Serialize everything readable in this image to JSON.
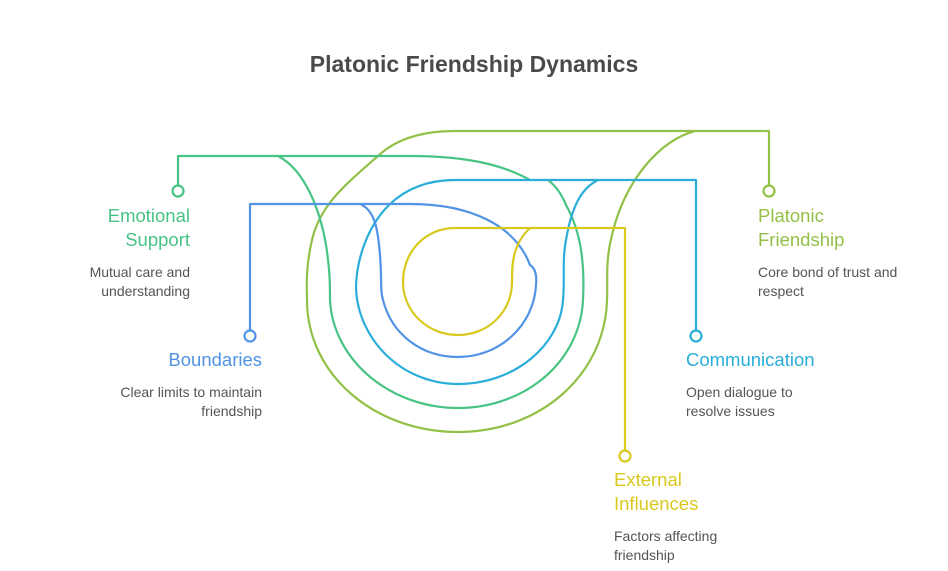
{
  "title": "Platonic Friendship Dynamics",
  "items": [
    {
      "id": "emotional-support",
      "label_line1": "Emotional",
      "label_line2": "Support",
      "desc_line1": "Mutual care and",
      "desc_line2": "understanding",
      "color": "#47C484"
    },
    {
      "id": "boundaries",
      "label_line1": "Boundaries",
      "label_line2": "",
      "desc_line1": "Clear limits to maintain",
      "desc_line2": "friendship",
      "color": "#5193E4"
    },
    {
      "id": "platonic-friendship",
      "label_line1": "Platonic",
      "label_line2": "Friendship",
      "desc_line1": "Core bond of trust and",
      "desc_line2": "respect",
      "color": "#93C047"
    },
    {
      "id": "communication",
      "label_line1": "Communication",
      "label_line2": "",
      "desc_line1": "Open dialogue to",
      "desc_line2": "resolve issues",
      "color": "#2AAED9"
    },
    {
      "id": "external-influences",
      "label_line1": "External",
      "label_line2": "Influences",
      "desc_line1": "Factors affecting",
      "desc_line2": "friendship",
      "color": "#D9C91E"
    }
  ]
}
